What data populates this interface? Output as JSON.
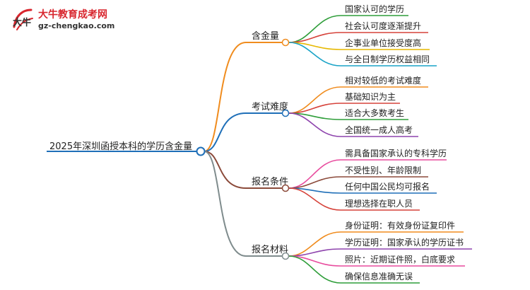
{
  "brand": {
    "title": "大牛教育成考网",
    "url": "gz-chengkao.com",
    "mark": "大牛"
  },
  "mindmap": {
    "root": "2025年深圳函授本科的学历含金量",
    "branches": [
      {
        "label": "含金量",
        "color": "#f08c1e",
        "children": [
          {
            "label": "国家认可的学历",
            "color": "#2f9e3a"
          },
          {
            "label": "社会认可度逐渐提升",
            "color": "#d6423a"
          },
          {
            "label": "企事业单位接受度高",
            "color": "#e6b800"
          },
          {
            "label": "与全日制学历权益相同",
            "color": "#1aa3c7"
          }
        ]
      },
      {
        "label": "考试难度",
        "color": "#1f6fb8",
        "children": [
          {
            "label": "相对较低的考试难度",
            "color": "#f08c1e"
          },
          {
            "label": "基础知识为主",
            "color": "#d6423a"
          },
          {
            "label": "适合大多数考生",
            "color": "#2f9e3a"
          },
          {
            "label": "全国统一成人高考",
            "color": "#8e44ad"
          }
        ]
      },
      {
        "label": "报名条件",
        "color": "#8b4a3a",
        "children": [
          {
            "label": "需具备国家承认的专科学历",
            "color": "#e84c9e"
          },
          {
            "label": "不受性别、年龄限制",
            "color": "#8b4a3a"
          },
          {
            "label": "任何中国公民均可报名",
            "color": "#1f6fb8"
          },
          {
            "label": "理想选择在职人员",
            "color": "#d6423a"
          }
        ]
      },
      {
        "label": "报名材料",
        "color": "#7f8c8d",
        "children": [
          {
            "label": "身份证明：有效身份证复印件",
            "color": "#f08c1e"
          },
          {
            "label": "学历证明：国家承认的学历证书",
            "color": "#8e44ad"
          },
          {
            "label": "照片：近期证件照，白底要求",
            "color": "#e84c9e"
          },
          {
            "label": "确保信息准确无误",
            "color": "#2f9e3a"
          }
        ]
      }
    ]
  }
}
